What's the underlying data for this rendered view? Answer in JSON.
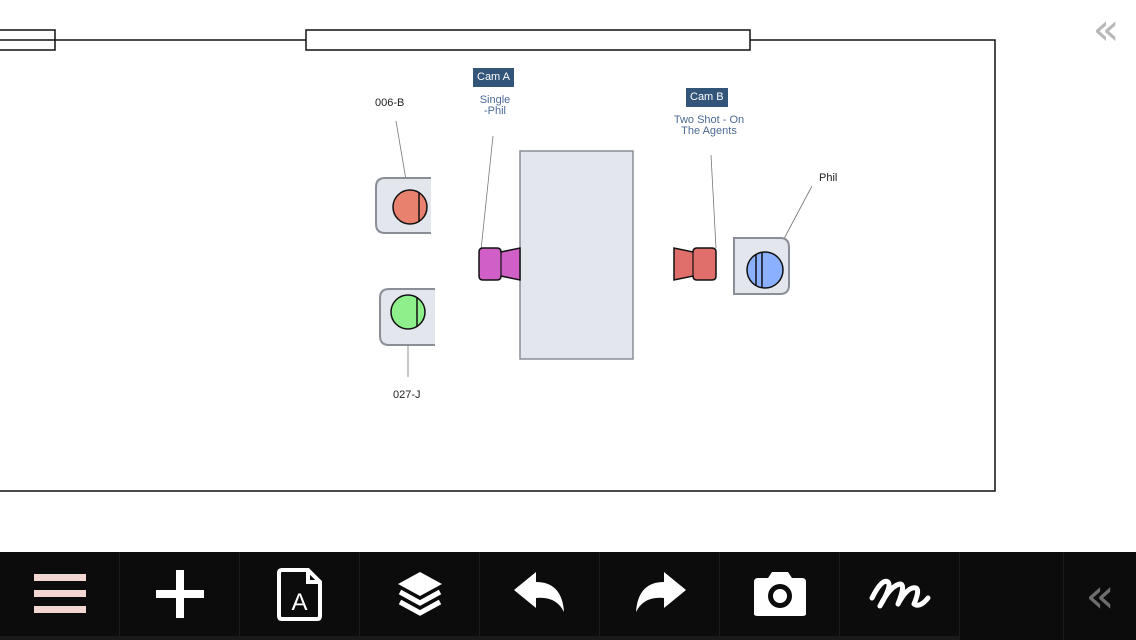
{
  "canvas": {
    "people": [
      {
        "id": "006-B",
        "color": "#e8826f"
      },
      {
        "id": "027-J",
        "color": "#8ef08a"
      },
      {
        "id": "Phil",
        "color": "#8ab0ff"
      }
    ],
    "cameras": [
      {
        "badge": "Cam A",
        "description_lines": [
          "Single",
          "-Phil"
        ],
        "color": "#d060c8"
      },
      {
        "badge": "Cam B",
        "description_lines": [
          "Two Shot - On",
          "The Agents"
        ],
        "color": "#e06e6a"
      }
    ]
  },
  "panel_toggle_top": {
    "icon": "double-chevron-left-icon",
    "glyph": "«"
  },
  "toolbar": {
    "buttons": [
      {
        "icon": "menu-icon"
      },
      {
        "icon": "add-icon"
      },
      {
        "icon": "text-document-icon",
        "glyph": "A"
      },
      {
        "icon": "layers-icon"
      },
      {
        "icon": "undo-icon"
      },
      {
        "icon": "redo-icon"
      },
      {
        "icon": "camera-icon"
      },
      {
        "icon": "draw-icon"
      }
    ],
    "collapse": {
      "icon": "double-chevron-left-icon",
      "glyph": "«"
    },
    "colors": {
      "background": "#0c0c0c",
      "menu_icon": "#f3d6d2",
      "icon": "#ffffff"
    }
  }
}
